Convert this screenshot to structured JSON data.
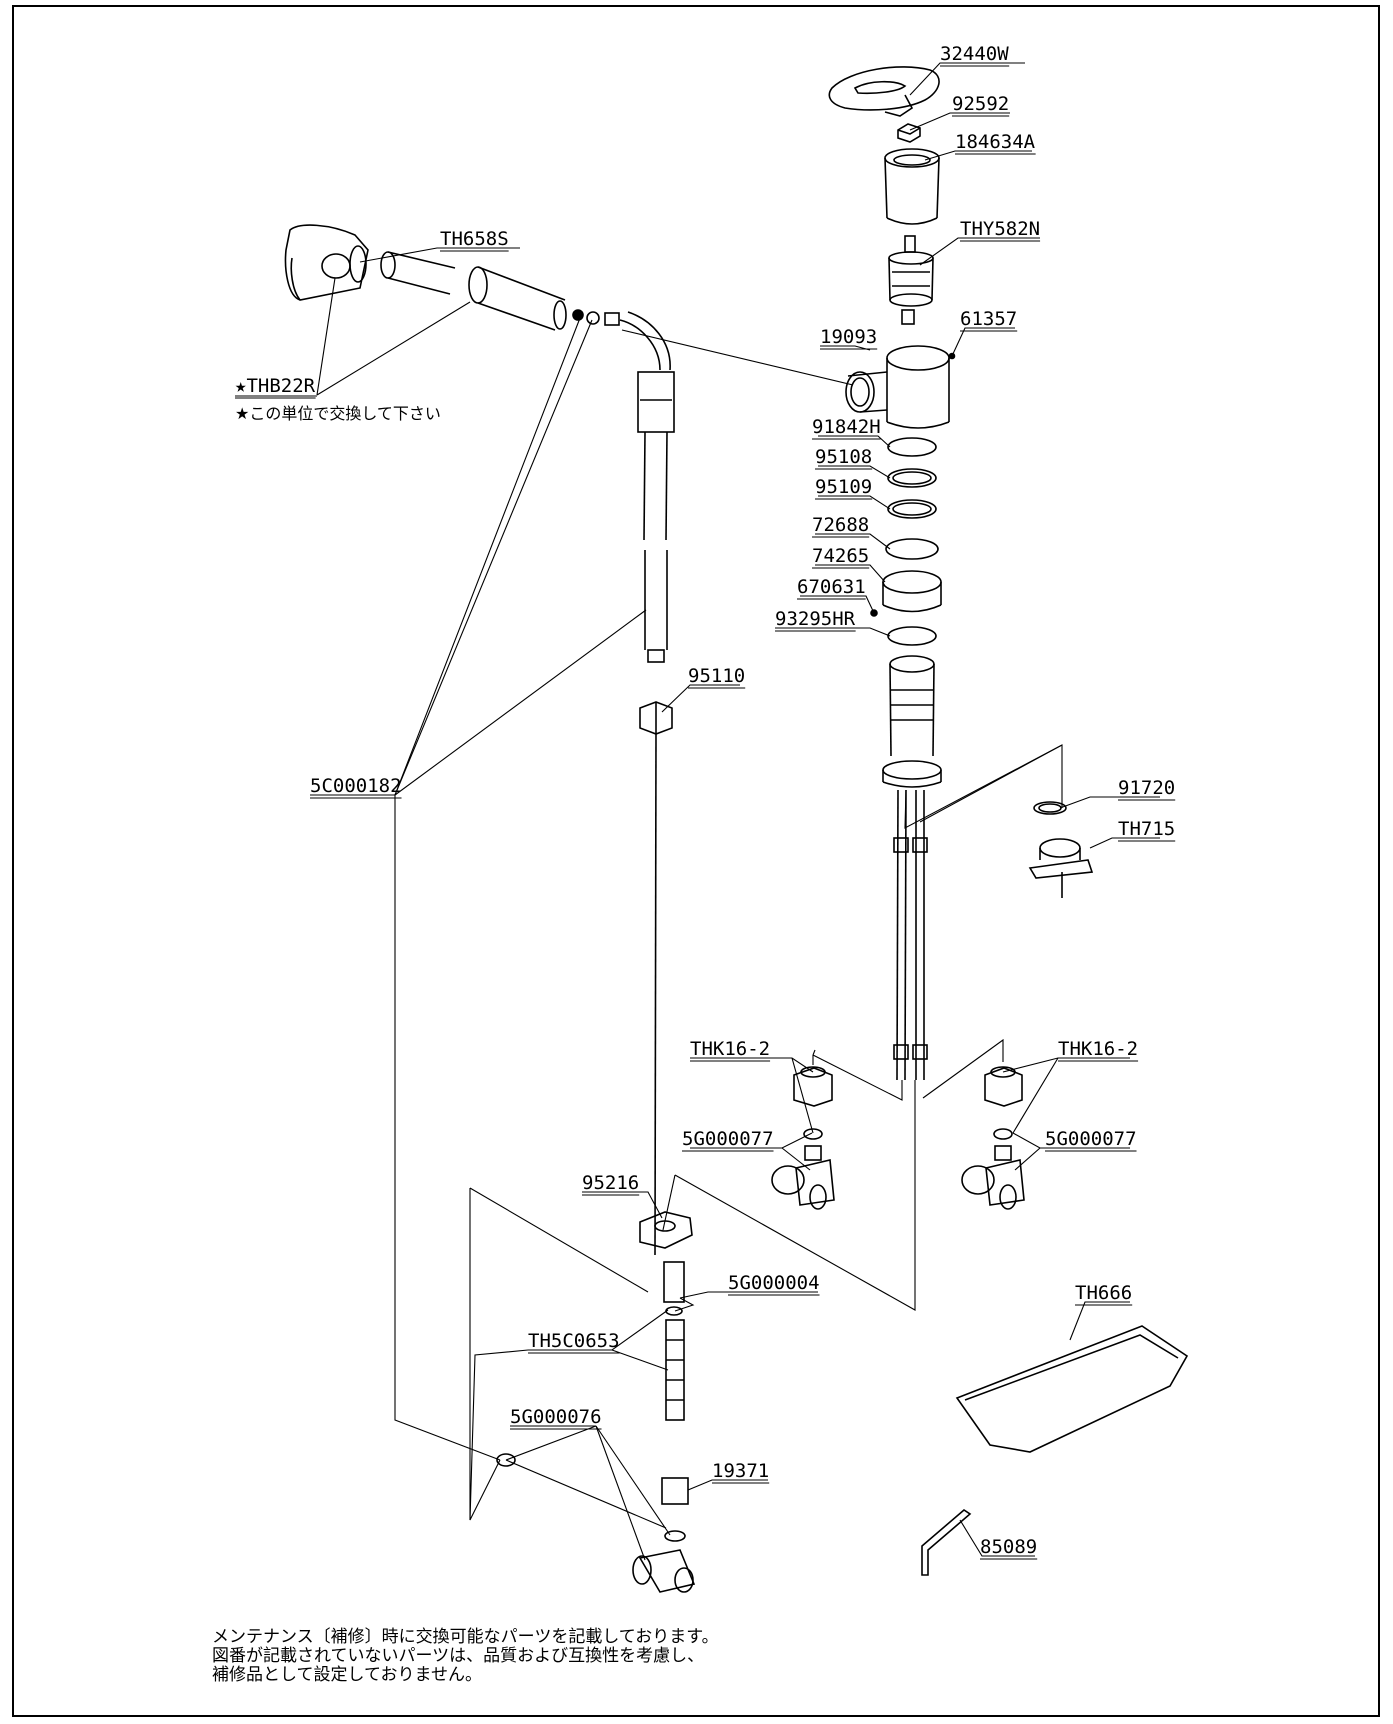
{
  "parts": {
    "p32440W": "32440W",
    "p92592": "92592",
    "p184634A": "184634A",
    "pTHY582N": "THY582N",
    "pTH658S": "TH658S",
    "p19093": "19093",
    "p61357": "61357",
    "pTHB22R": "★THB22R",
    "p91842H": "91842H",
    "p95108": "95108",
    "p95109": "95109",
    "p72688": "72688",
    "p74265": "74265",
    "p670631": "670631",
    "p93295HR": "93295HR",
    "p95110": "95110",
    "p5C000182": "5C000182",
    "p91720": "91720",
    "pTH715": "TH715",
    "pTHK16_2_left": "THK16-2",
    "pTHK16_2_right": "THK16-2",
    "p5G000077_left": "5G000077",
    "p5G000077_right": "5G000077",
    "p95216": "95216",
    "p5G000004": "5G000004",
    "pTH5C0653": "TH5C0653",
    "pTH666": "TH666",
    "p5G000076": "5G000076",
    "p19371": "19371",
    "p85089": "85089"
  },
  "notes": {
    "thb_unit": "★この単位で交換して下さい",
    "footer_line1": "メンテナンス〔補修〕時に交換可能なパーツを記載しております。",
    "footer_line2": "図番が記載されていないパーツは、品質および互換性を考慮し、",
    "footer_line3": "補修品として設定しておりません。"
  }
}
